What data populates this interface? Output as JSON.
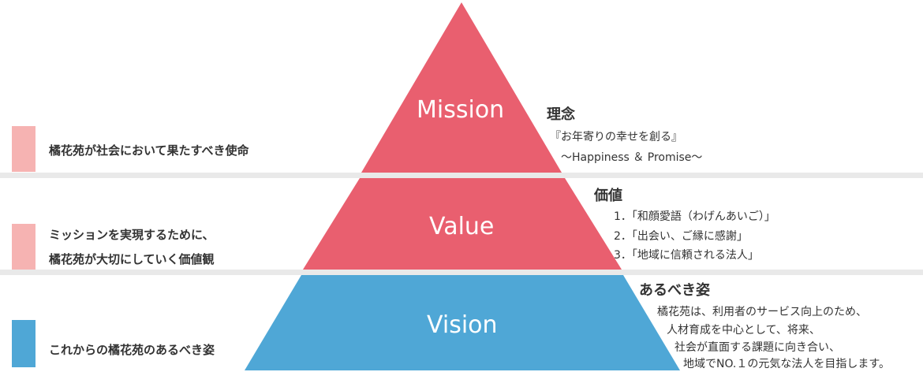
{
  "colors": {
    "mission": "#E95F6F",
    "value": "#E95F6F",
    "vision": "#4FA7D6",
    "bar_pink": "#F6B3B2",
    "bar_blue": "#4FA7D6",
    "band": "#E9E9E9"
  },
  "tiers": [
    {
      "id": "mission",
      "word": "Mission",
      "left_label": [
        "橘花苑が社会において果たすべき使命"
      ],
      "heading": "理念",
      "lines": [
        "『お年寄りの幸せを創る』",
        "～Happiness ＆ Promise～"
      ]
    },
    {
      "id": "value",
      "word": "Value",
      "left_label": [
        "ミッションを実現するために、",
        "橘花苑が大切にしていく価値観"
      ],
      "heading": "価値",
      "lines": [
        "1．「和顔愛語（わげんあいご）」",
        "2．「出会い、ご縁に感謝」",
        "3．「地域に信頼される法人」"
      ]
    },
    {
      "id": "vision",
      "word": "Vision",
      "left_label": [
        "これからの橘花苑のあるべき姿"
      ],
      "heading": "あるべき姿",
      "lines": [
        "橘花苑は、利用者のサービス向上のため、",
        "人材育成を中心として、将来、",
        "社会が直面する課題に向き合い、",
        "地域でNO.１の元気な法人を目指します。"
      ]
    }
  ]
}
